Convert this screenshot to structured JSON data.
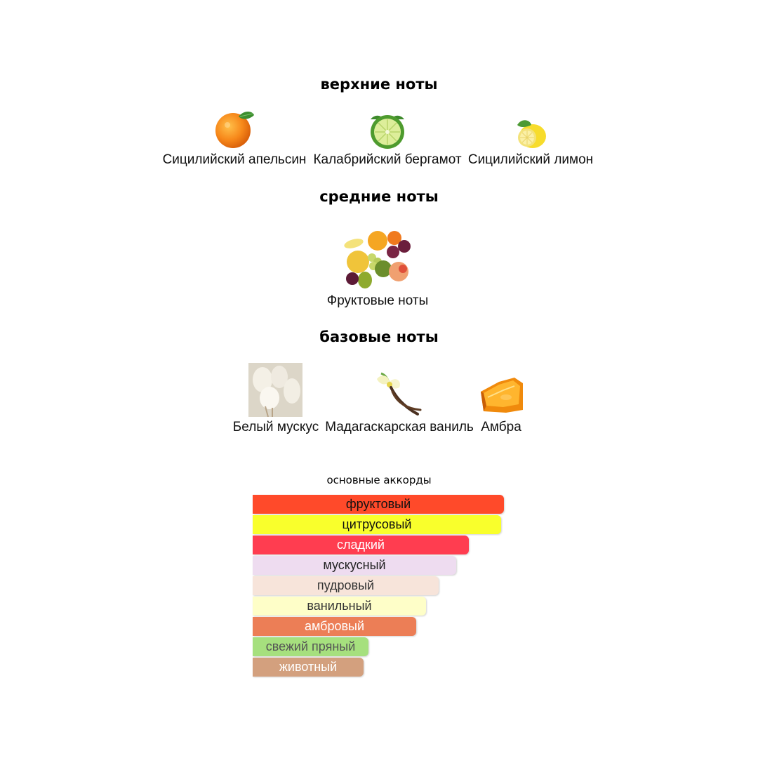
{
  "sections": {
    "top": {
      "title": "верхние ноты",
      "notes": [
        {
          "name": "Сицилийский апельсин",
          "icon": "orange-icon"
        },
        {
          "name": "Калабрийский бергамот",
          "icon": "bergamot-icon"
        },
        {
          "name": "Сицилийский лимон",
          "icon": "lemon-icon"
        }
      ]
    },
    "middle": {
      "title": "средние ноты",
      "notes": [
        {
          "name": "Фруктовые ноты",
          "icon": "fruits-icon"
        }
      ]
    },
    "base": {
      "title": "базовые ноты",
      "notes": [
        {
          "name": "Белый мускус",
          "icon": "white-musk-icon"
        },
        {
          "name": "Мадагаскарская ваниль",
          "icon": "vanilla-icon"
        },
        {
          "name": "Амбра",
          "icon": "amber-icon"
        }
      ]
    }
  },
  "chart_data": {
    "type": "bar",
    "orientation": "horizontal",
    "title": "основные аккорды",
    "categories": [
      "фруктовый",
      "цитрусовый",
      "сладкий",
      "мускусный",
      "пудровый",
      "ванильный",
      "амбровый",
      "свежий пряный",
      "животный"
    ],
    "values": [
      100,
      99,
      86,
      81,
      74,
      69,
      65,
      46,
      44
    ],
    "colors": [
      "#FF4A2A",
      "#F9FF2C",
      "#FF3D50",
      "#EEDCF0",
      "#F7E4DA",
      "#FEFEC8",
      "#EC7E56",
      "#A6E07E",
      "#D3A07E"
    ],
    "label_colors": [
      "#111111",
      "#111111",
      "#ffffff",
      "#222222",
      "#333333",
      "#333333",
      "#ffffff",
      "#555555",
      "#ffffff"
    ],
    "xlim": [
      0,
      100
    ]
  }
}
